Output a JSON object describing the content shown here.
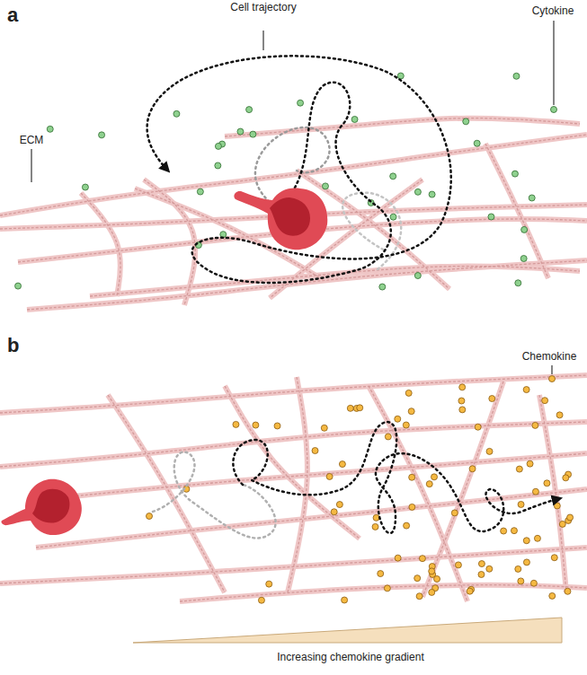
{
  "diagram": {
    "labels": [
      "a",
      "Cell trajectory",
      "Cytokine",
      "ECM",
      "b",
      "Chemokine",
      "Increasing chemokine gradient"
    ]
  }
}
